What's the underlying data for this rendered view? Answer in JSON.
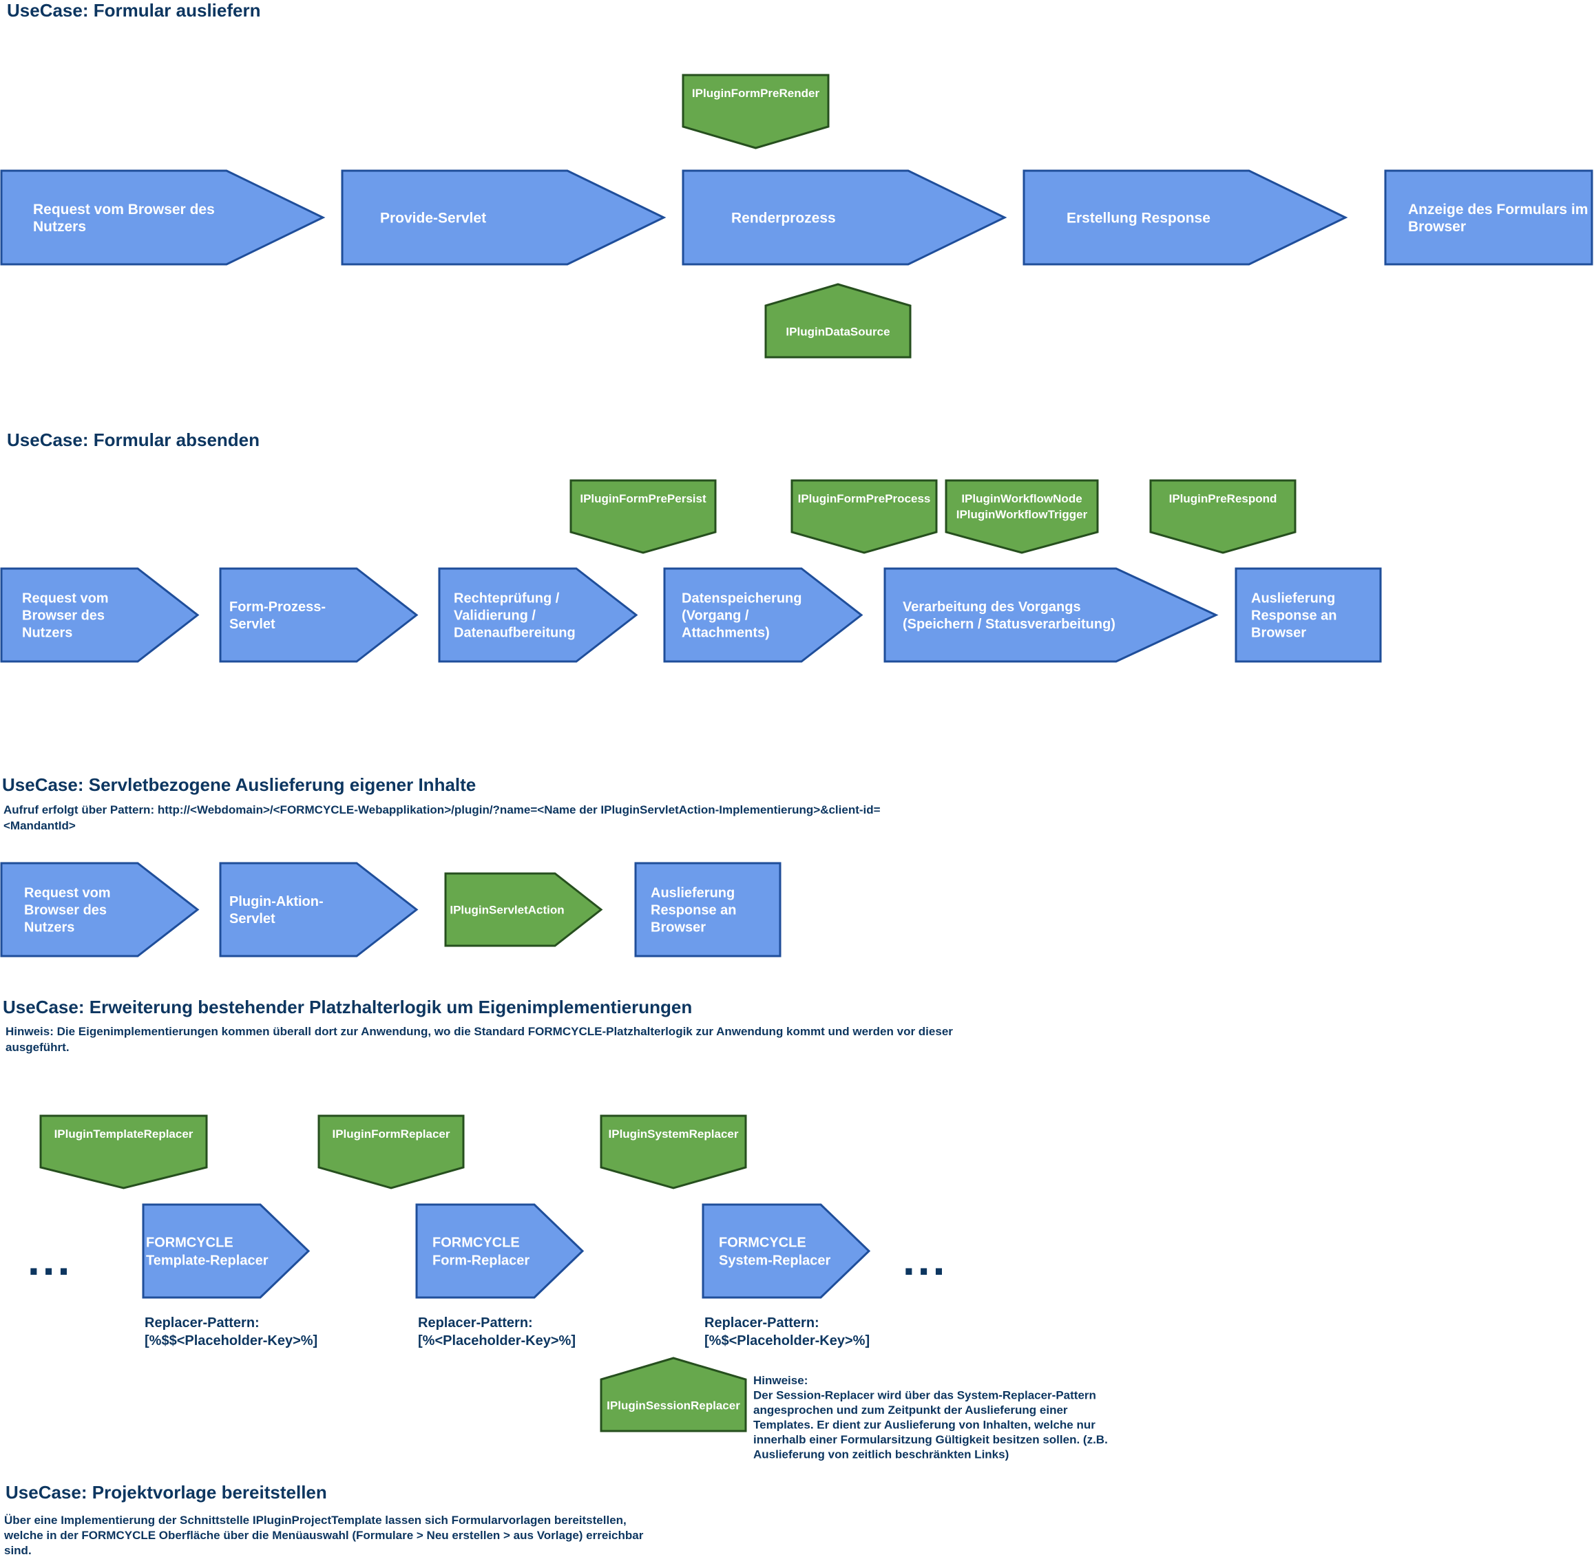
{
  "colors": {
    "process_fill": "#6d9ceb",
    "process_stroke": "#1f4e9a",
    "plugin_fill": "#67a84d",
    "plugin_stroke": "#264f1e",
    "heading": "#0d3660"
  },
  "uc1": {
    "title": "UseCase: Formular ausliefern",
    "steps": [
      [
        "Request vom Browser des",
        "Nutzers"
      ],
      [
        "Provide-Servlet"
      ],
      [
        "Renderprozess"
      ],
      [
        "Erstellung Response"
      ],
      [
        "Anzeige des Formulars im",
        "Browser"
      ]
    ],
    "plugins": [
      [
        "IPluginFormPreRender"
      ],
      [
        "IPluginDataSource"
      ]
    ]
  },
  "uc2": {
    "title": "UseCase: Formular absenden",
    "steps": [
      [
        "Request vom",
        "Browser des",
        "Nutzers"
      ],
      [
        "Form-Prozess-",
        "Servlet"
      ],
      [
        "Rechteprüfung /",
        "Validierung /",
        "Datenaufbereitung"
      ],
      [
        "Datenspeicherung",
        "(Vorgang /",
        "Attachments)"
      ],
      [
        "Verarbeitung des Vorgangs",
        "(Speichern / Statusverarbeitung)"
      ],
      [
        "Auslieferung",
        "Response an",
        "Browser"
      ]
    ],
    "plugins": [
      [
        "IPluginFormPrePersist"
      ],
      [
        "IPluginFormPreProcess"
      ],
      [
        "IPluginWorkflowNode",
        "IPluginWorkflowTrigger"
      ],
      [
        "IPluginPreRespond"
      ]
    ]
  },
  "uc3": {
    "title": "UseCase: Servletbezogene Auslieferung eigener Inhalte",
    "subtitle": [
      "Aufruf erfolgt über Pattern: http://<Webdomain>/<FORMCYCLE-Webapplikation>/plugin/?name=<Name der IPluginServletAction-Implementierung>&client-id=",
      "<MandantId>"
    ],
    "steps": [
      [
        "Request vom",
        "Browser des",
        "Nutzers"
      ],
      [
        "Plugin-Aktion-",
        "Servlet"
      ],
      [
        "Auslieferung",
        "Response an",
        "Browser"
      ]
    ],
    "plugins": [
      [
        "IPluginServletAction"
      ]
    ]
  },
  "uc4": {
    "title": "UseCase: Erweiterung bestehender Platzhalterlogik um Eigenimplementierungen",
    "subtitle": [
      "Hinweis: Die Eigenimplementierungen kommen überall dort zur Anwendung, wo die Standard FORMCYCLE-Platzhalterlogik zur Anwendung kommt und werden vor dieser",
      "ausgeführt."
    ],
    "ellipsis": "...",
    "steps": [
      [
        "FORMCYCLE",
        "Template-Replacer"
      ],
      [
        "FORMCYCLE",
        "Form-Replacer"
      ],
      [
        "FORMCYCLE",
        "System-Replacer"
      ]
    ],
    "patterns": [
      [
        "Replacer-Pattern:",
        "[%$$<Placeholder-Key>%]"
      ],
      [
        "Replacer-Pattern:",
        "[%<Placeholder-Key>%]"
      ],
      [
        "Replacer-Pattern:",
        "[%$<Placeholder-Key>%]"
      ]
    ],
    "plugins": [
      [
        "IPluginTemplateReplacer"
      ],
      [
        "IPluginFormReplacer"
      ],
      [
        "IPluginSystemReplacer"
      ],
      [
        "IPluginSessionReplacer"
      ]
    ],
    "note": [
      "Hinweise:",
      "Der Session-Replacer wird über das System-Replacer-Pattern",
      "angesprochen und zum Zeitpunkt der Auslieferung einer",
      "Templates.   Er dient zur Auslieferung von Inhalten, welche nur",
      "innerhalb einer Formularsitzung Gültigkeit besitzen sollen. (z.B.",
      "Auslieferung von zeitlich beschränkten Links)"
    ]
  },
  "uc5": {
    "title": "UseCase: Projektvorlage bereitstellen",
    "text": [
      "Über eine Implementierung der Schnittstelle IPluginProjectTemplate    lassen sich Formularvorlagen bereitstellen,",
      "welche in der FORMCYCLE Oberfläche über die Menüauswahl (Formulare > Neu erstellen > aus Vorlage) erreichbar",
      "sind."
    ]
  }
}
